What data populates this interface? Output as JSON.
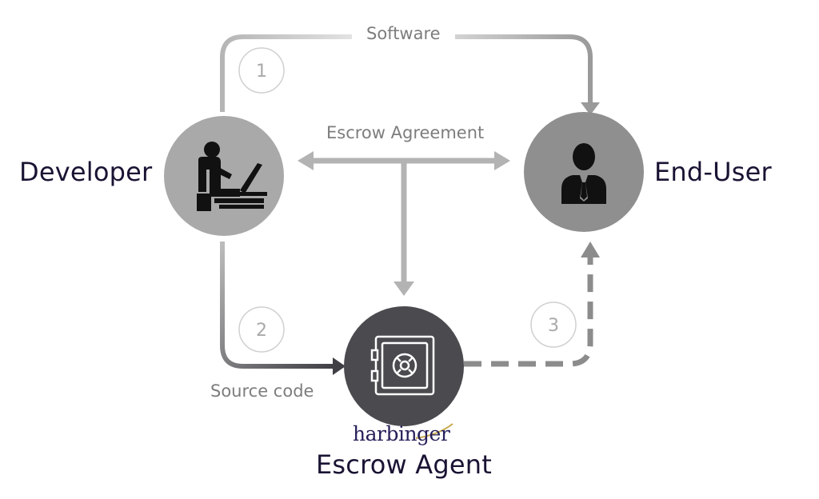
{
  "roles": {
    "developer": "Developer",
    "end_user": "End-User",
    "escrow_agent": "Escrow Agent"
  },
  "flows": {
    "software": "Software",
    "escrow_agreement": "Escrow Agreement",
    "source_code": "Source code"
  },
  "steps": [
    "1",
    "2",
    "3"
  ],
  "brand": {
    "logo_text": "harbinger"
  },
  "icons": {
    "developer": "developer-at-laptop-icon",
    "end_user": "business-person-icon",
    "escrow_agent": "vault-safe-icon"
  },
  "colors": {
    "role_text": "#1a1333",
    "flow_text": "#7d7d7d",
    "developer_circle": "#a9a9a9",
    "end_user_circle": "#8f8f8f",
    "escrow_circle": "#4a4a4f",
    "arrow": "#b3b3b3",
    "dashed_arrow": "#8c8c8c",
    "brand": "#26205a"
  }
}
